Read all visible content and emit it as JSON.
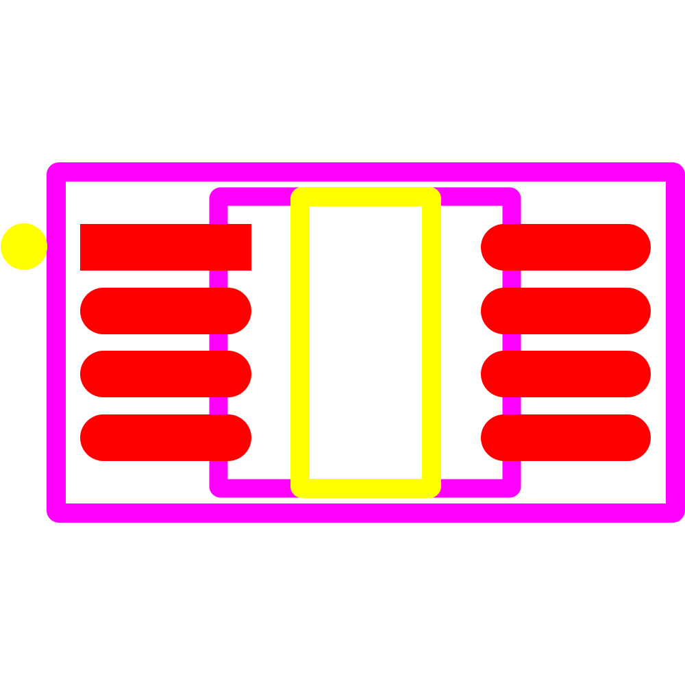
{
  "footprint": {
    "pads_per_side": 4,
    "pin1_shape": "rectangle",
    "other_pad_shape": "rounded",
    "colors": {
      "background": "#ffffff",
      "courtyard": "#ff00ff",
      "silkscreen": "#ffff00",
      "pads": "#ff0000",
      "pin1_marker": "#ffff00"
    }
  }
}
